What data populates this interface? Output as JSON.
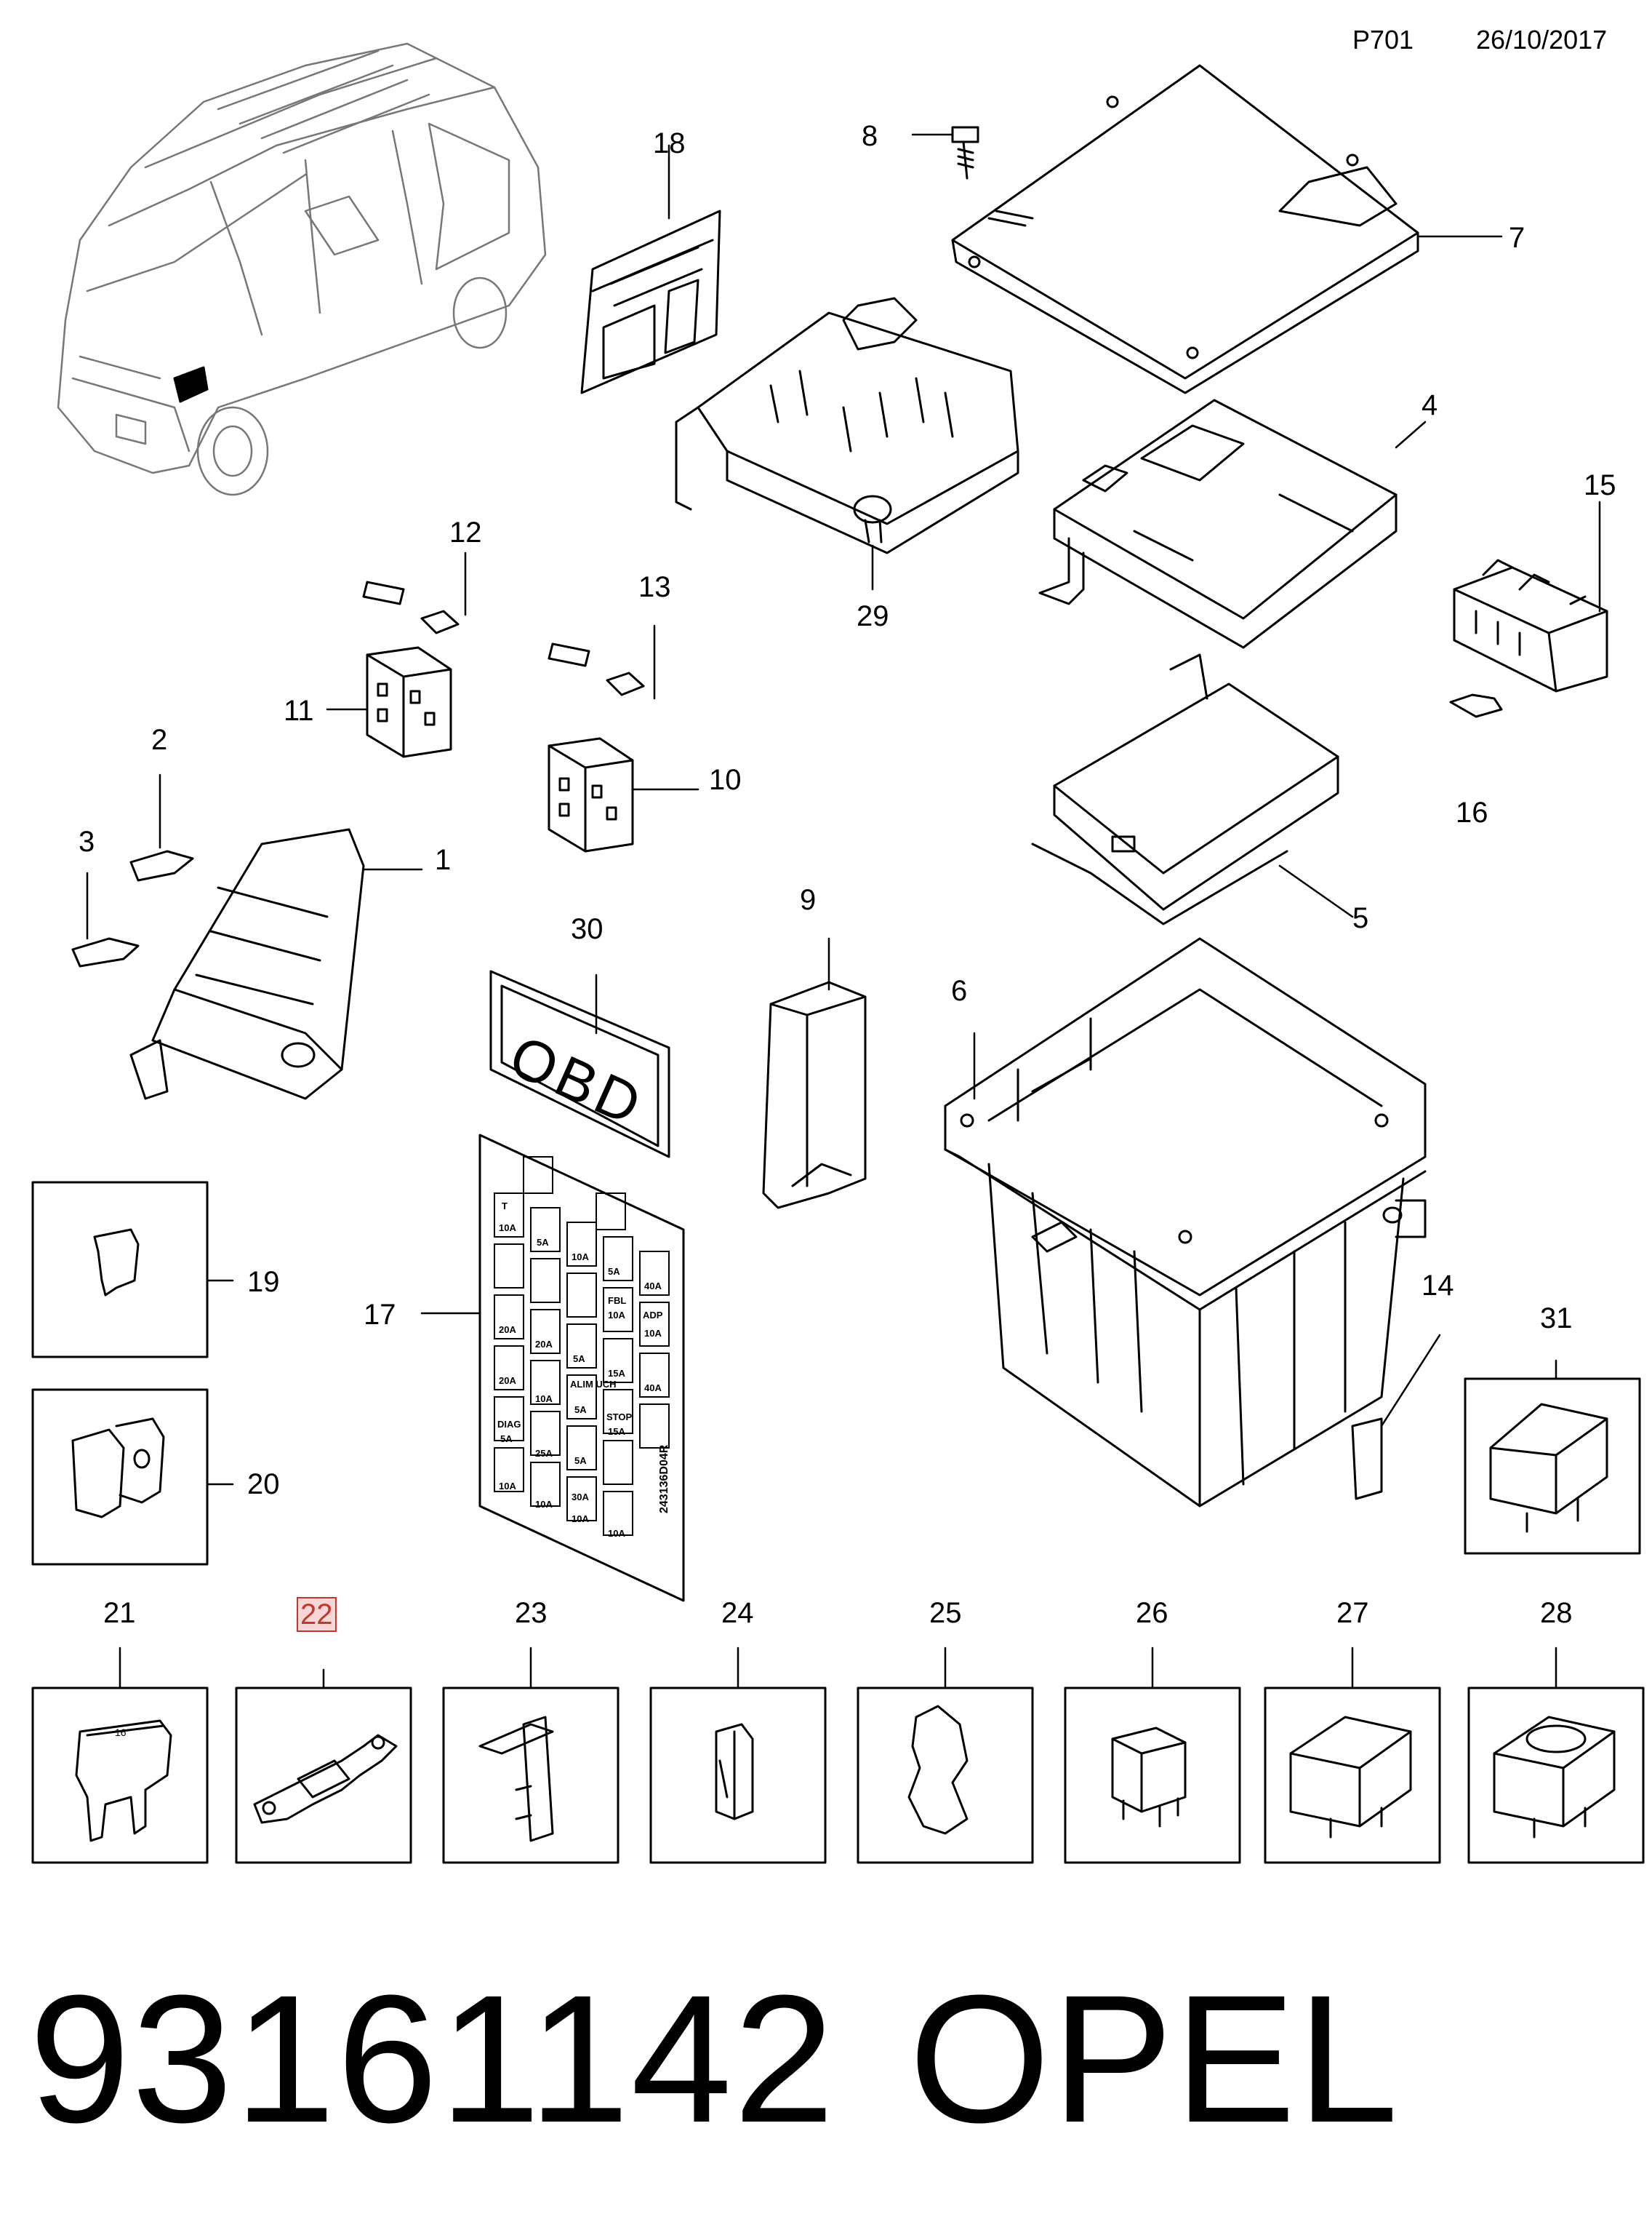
{
  "header": {
    "code": "P701",
    "date": "26/10/2017"
  },
  "footer": {
    "part_number": "93161142",
    "brand": "OPEL"
  },
  "callouts": {
    "c1": "1",
    "c2": "2",
    "c3": "3",
    "c4": "4",
    "c5": "5",
    "c6": "6",
    "c7": "7",
    "c8": "8",
    "c9": "9",
    "c10": "10",
    "c11": "11",
    "c12": "12",
    "c13": "13",
    "c14": "14",
    "c15": "15",
    "c16": "16",
    "c17": "17",
    "c18": "18",
    "c19": "19",
    "c20": "20",
    "c21": "21",
    "c22": "22",
    "c23": "23",
    "c24": "24",
    "c25": "25",
    "c26": "26",
    "c27": "27",
    "c28": "28",
    "c29": "29",
    "c30": "30",
    "c31": "31"
  },
  "highlighted_callout": "22",
  "obd_label": "OBD",
  "fuse_label": {
    "cells": [
      "T",
      "10A",
      "5A",
      "10A",
      "5A",
      "40A",
      "FBL",
      "10A",
      "ADP",
      "10A",
      "20A",
      "20A",
      "5A",
      "15A",
      "20A",
      "ALIM UCH",
      "5A",
      "40A",
      "10A",
      "STOP",
      "15A",
      "DIAG",
      "5A",
      "25A",
      "5A",
      "30A",
      "10A",
      "10A",
      "10A",
      "10A"
    ],
    "vertical_text": "243136D04R"
  },
  "fuse_small_value": "16"
}
